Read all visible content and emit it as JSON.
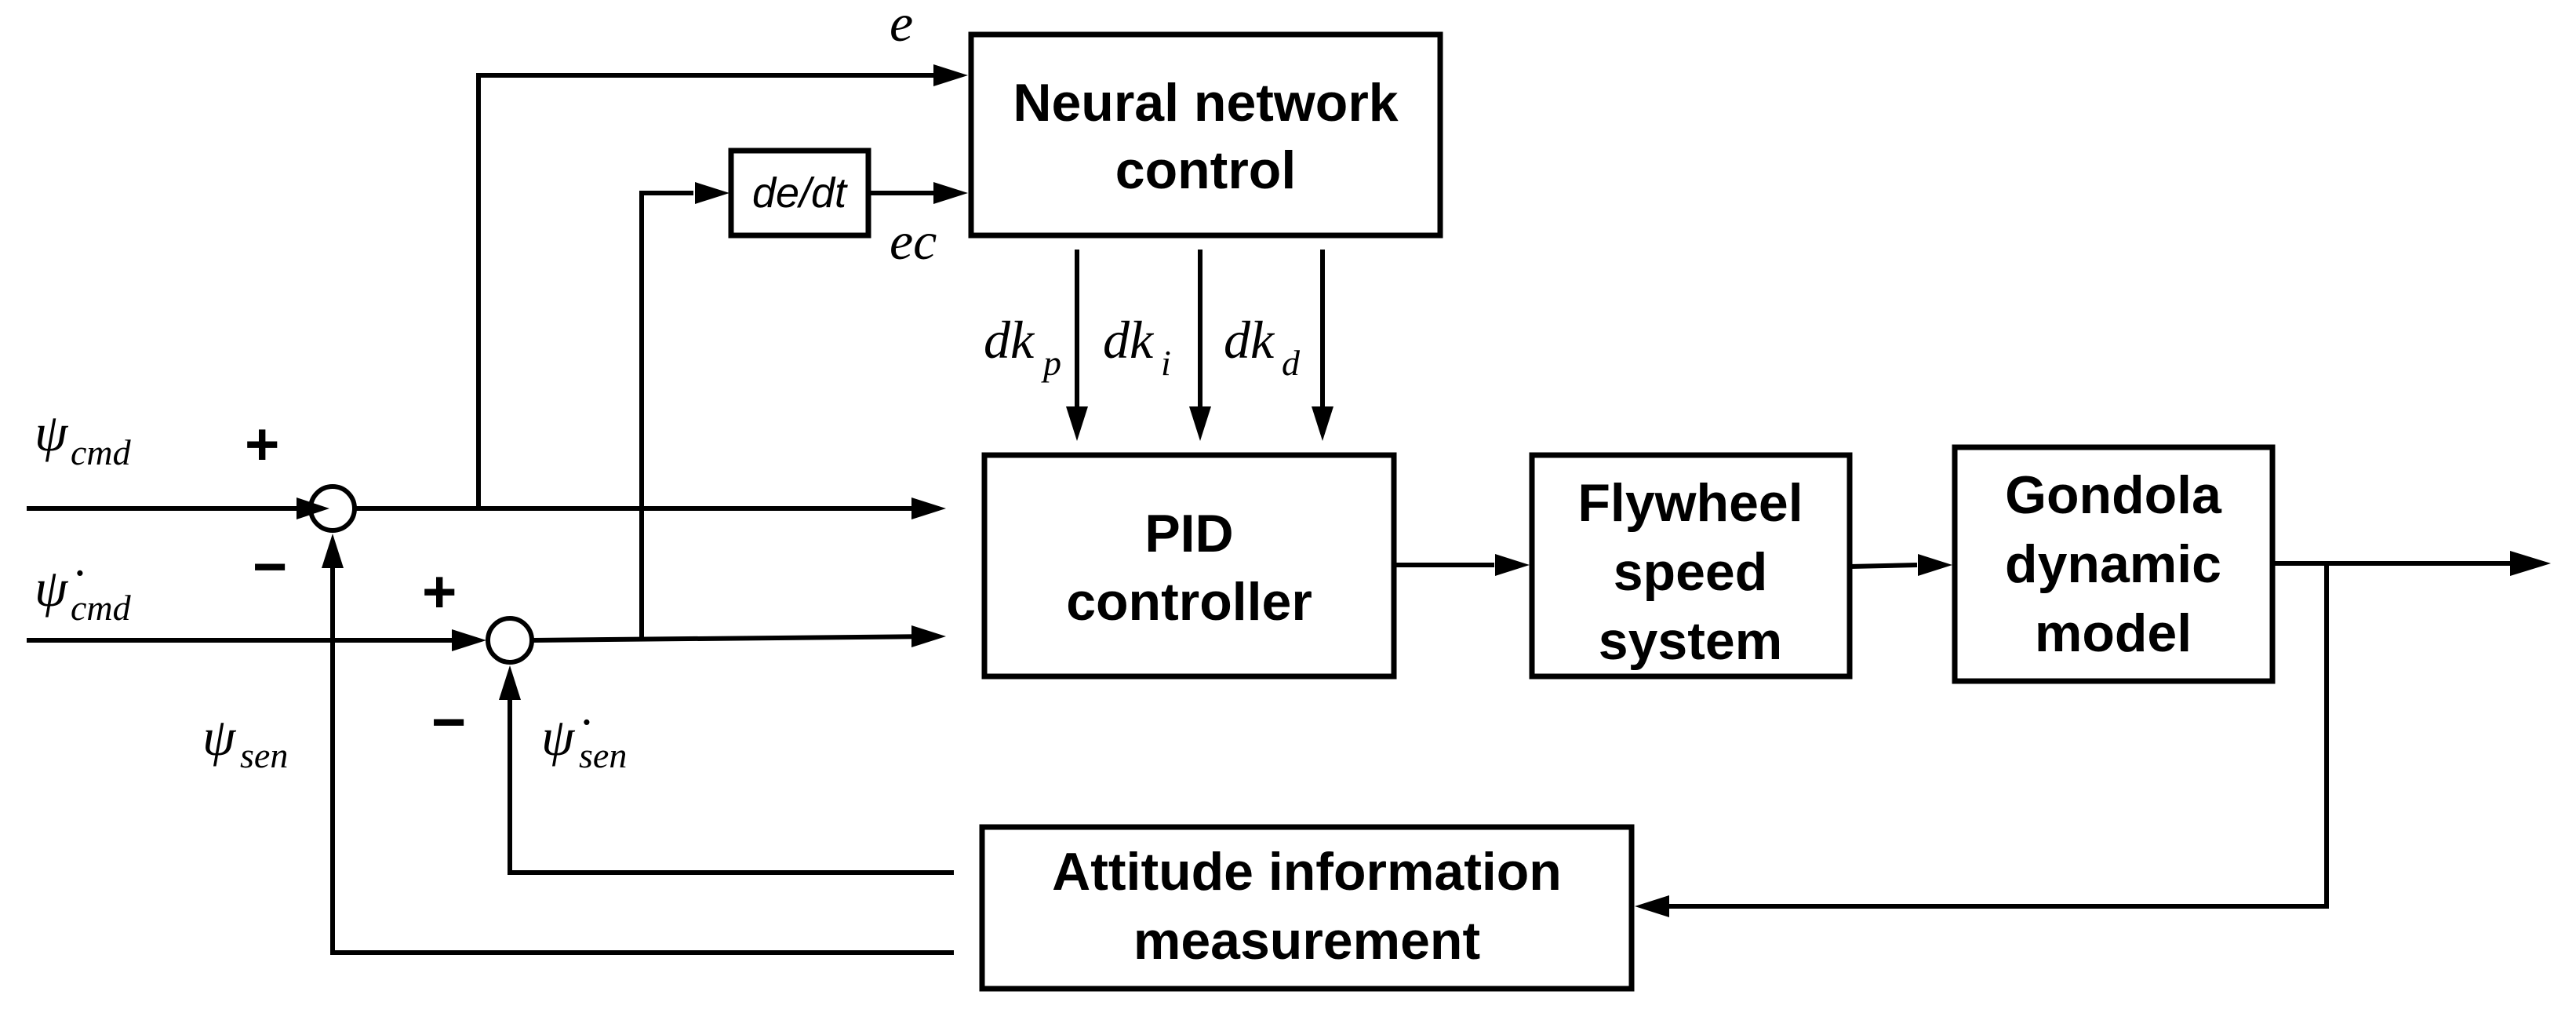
{
  "blocks": {
    "neural_network": [
      "Neural network",
      "control"
    ],
    "derivative": "de/dt",
    "pid": [
      "PID",
      "controller"
    ],
    "flywheel": [
      "Flywheel",
      "speed",
      "system"
    ],
    "gondola": [
      "Gondola",
      "dynamic",
      "model"
    ],
    "attitude": [
      "Attitude information",
      "measurement"
    ]
  },
  "signals": {
    "e": "e",
    "ec": "ec",
    "dk": "dk",
    "kp_sub": "p",
    "ki_sub": "i",
    "kd_sub": "d",
    "psi": "ψ",
    "psi_dot": "ψ̇",
    "cmd_sub": "cmd",
    "sen_sub": "sen"
  },
  "signs": {
    "plus": "+",
    "minus": "−"
  }
}
